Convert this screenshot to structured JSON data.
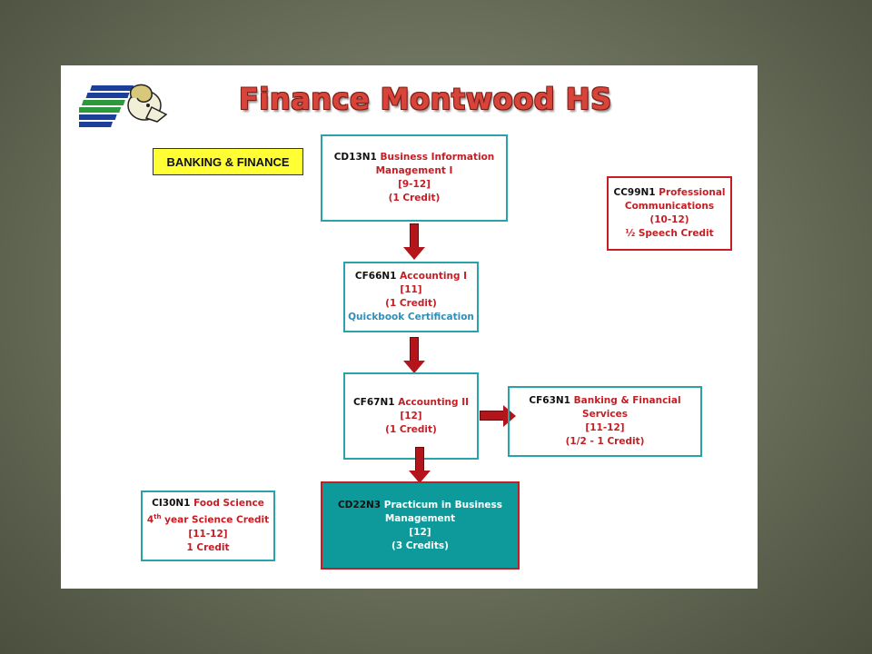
{
  "title": "Finance Montwood HS",
  "category_label": "BANKING & FINANCE",
  "colors": {
    "accent_red": "#c41e24",
    "teal": "#2aa3a8",
    "practicum_fill": "#0e9a9a",
    "label_yellow": "#ffff33"
  },
  "boxes": {
    "cd13n1": {
      "code": "CD13N1",
      "name": "Business Information Management I",
      "grades": "[9-12]",
      "credit": "(1 Credit)"
    },
    "cf66n1": {
      "code": "CF66N1",
      "name": "Accounting I",
      "grades": "[11]",
      "credit": "(1 Credit)",
      "note": "Quickbook Certification"
    },
    "cf67n1": {
      "code": "CF67N1",
      "name": "Accounting II",
      "grades": "[12]",
      "credit": "(1 Credit)"
    },
    "cf63n1": {
      "code": "CF63N1",
      "name": "Banking & Financial Services",
      "grades": "[11-12]",
      "credit": "(1/2 - 1 Credit)"
    },
    "cd22n3": {
      "code": "CD22N3",
      "name": "Practicum in Business Management",
      "grades": "[12]",
      "credit": "(3 Credits)"
    },
    "cc99n1": {
      "code": "CC99N1",
      "name": "Professional Communications",
      "grades": "(10-12)",
      "credit": "½  Speech Credit"
    },
    "ci30n1": {
      "code": "CI30N1",
      "name": "Food Science",
      "year_num": "4",
      "year_sup": "th",
      "year_rest": " year Science Credit",
      "grades": "[11-12]",
      "credit": "1 Credit"
    }
  }
}
